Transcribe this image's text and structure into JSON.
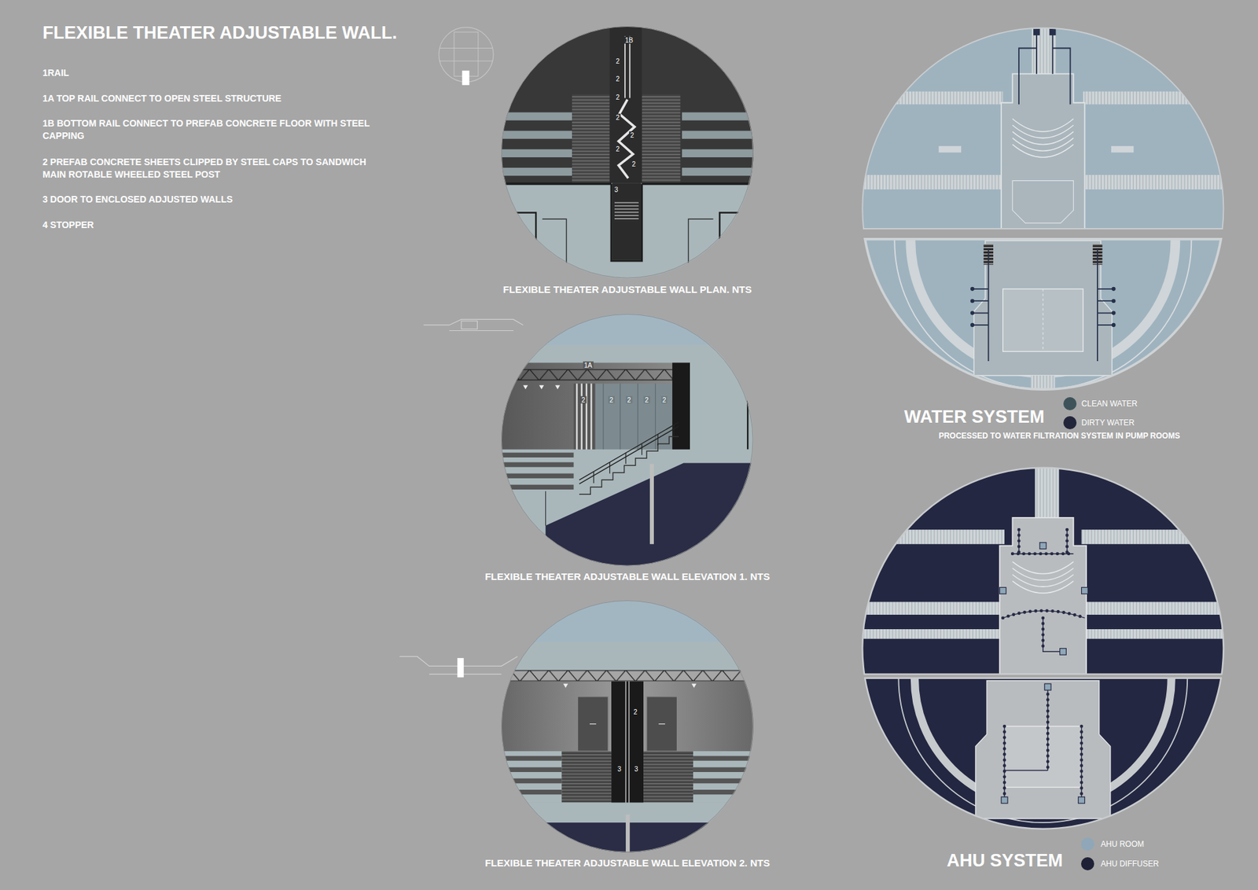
{
  "diagram": {
    "title": "FLEXIBLE THEATER ADJUSTABLE WALL.",
    "nodes": [
      {
        "text": [
          "FLEXIBLE THEATER ADJUSTABLE WALL PLAN. NTS"
        ]
      },
      {
        "text": [
          "FLEXIBLE THEATER ADJUSTABLE WALL ELEVATION 1. NTS"
        ]
      },
      {
        "text": [
          "FLEXIBLE THEATER ADJUSTABLE WALL ELEVATION 2. NTS"
        ]
      }
    ],
    "labels": [
      "1RAIL",
      "1A TOP RAIL CONNECT TO OPEN STEEL STRUCTURE",
      "1B BOTTOM RAIL CONNECT TO PREFAB CONCRETE FLOOR WITH STEEL CAPPING",
      "2 PREFAB CONCRETE SHEETS CLIPPED BY STEEL CAPS TO SANDWICH MAIN ROTABLE WHEELED STEEL POST",
      "3 DOOR TO ENCLOSED ADJUSTED WALLS",
      "4 STOPPER",
      "1B",
      "2",
      "2",
      "2",
      "2",
      "2",
      "2",
      "2",
      "3",
      "1A",
      "2",
      "2",
      "2",
      "2",
      "2",
      "2",
      "3",
      "3",
      "WATER SYSTEM",
      "PROCESSED TO WATER FILTRATION SYSTEM IN PUMP ROOMS",
      "AHU SYSTEM"
    ],
    "legend": [
      {
        "text": "CLEAN WATER",
        "color": "#3e5359"
      },
      {
        "text": "DIRTY WATER",
        "color": "#23263a"
      },
      {
        "text": "AHU ROOM",
        "color": "#8fa7b8"
      },
      {
        "text": "AHU DIFFUSER",
        "color": "#1f2236"
      }
    ]
  }
}
